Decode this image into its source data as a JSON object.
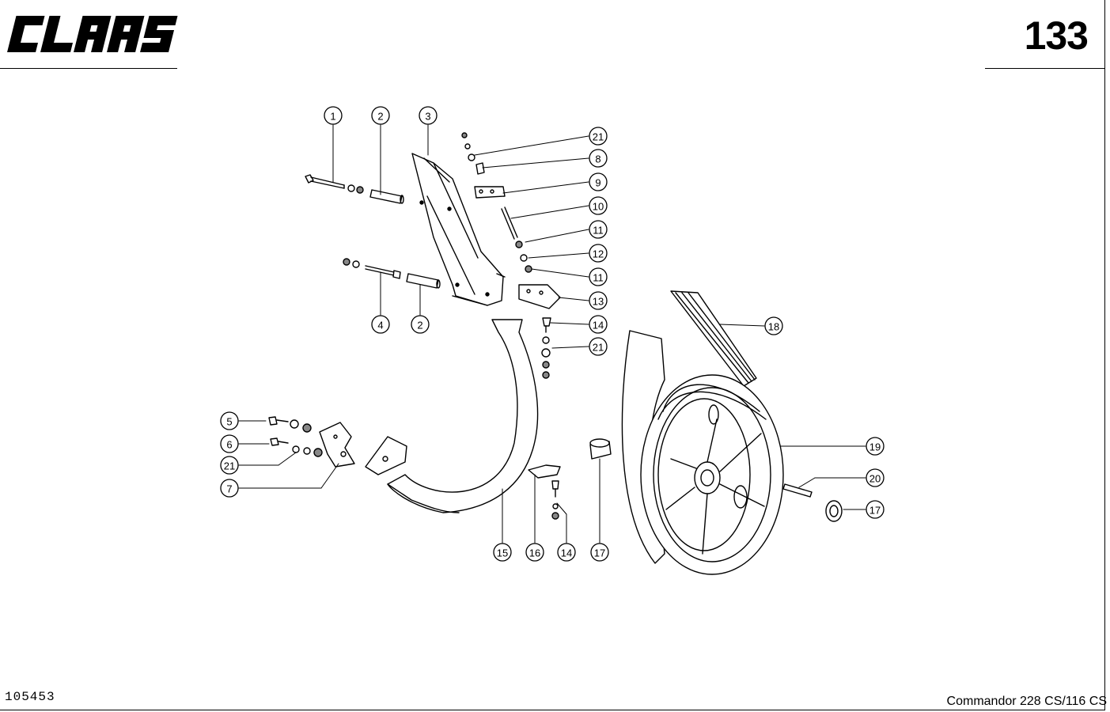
{
  "header": {
    "brand": "CLAAS",
    "page_number": "133"
  },
  "footer": {
    "doc_id": "105453",
    "model": "Commandor  228 CS/116 CS"
  },
  "callouts": [
    {
      "label": "1"
    },
    {
      "label": "2"
    },
    {
      "label": "3"
    },
    {
      "label": "21"
    },
    {
      "label": "8"
    },
    {
      "label": "9"
    },
    {
      "label": "10"
    },
    {
      "label": "11"
    },
    {
      "label": "12"
    },
    {
      "label": "11"
    },
    {
      "label": "13"
    },
    {
      "label": "14"
    },
    {
      "label": "21"
    },
    {
      "label": "18"
    },
    {
      "label": "4"
    },
    {
      "label": "2"
    },
    {
      "label": "5"
    },
    {
      "label": "6"
    },
    {
      "label": "21"
    },
    {
      "label": "7"
    },
    {
      "label": "19"
    },
    {
      "label": "20"
    },
    {
      "label": "17"
    },
    {
      "label": "15"
    },
    {
      "label": "16"
    },
    {
      "label": "14"
    },
    {
      "label": "17"
    }
  ]
}
